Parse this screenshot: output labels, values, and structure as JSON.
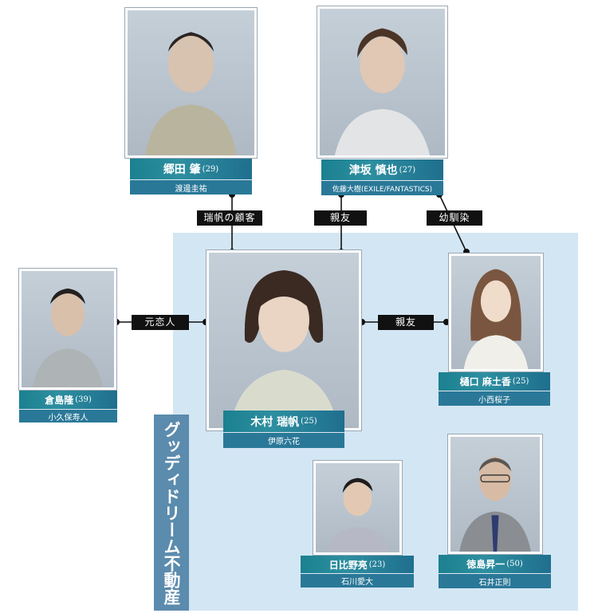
{
  "company": {
    "label": "グッディドリーム不動産"
  },
  "relations": {
    "gota_client": "瑞帆の顧客",
    "tsusaka_friend": "親友",
    "higuchi_childhood": "幼馴染",
    "kurashima_ex": "元恋人",
    "higuchi_friend": "親友"
  },
  "characters": {
    "gota": {
      "name": "郷田 肇",
      "age": "(29)",
      "actor": "渡邊圭祐",
      "icon": "portrait-photo-icon"
    },
    "tsusaka": {
      "name": "津坂 慎也",
      "age": "(27)",
      "actor": "佐藤大樹(EXILE/FANTASTICS)",
      "icon": "portrait-photo-icon"
    },
    "kimura": {
      "name": "木村 瑞帆",
      "age": "(25)",
      "actor": "伊原六花",
      "icon": "portrait-photo-icon"
    },
    "kurashima": {
      "name": "倉島隆",
      "age": "(39)",
      "actor": "小久保寿人",
      "icon": "portrait-photo-icon"
    },
    "higuchi": {
      "name": "樋口 麻土香",
      "age": "(25)",
      "actor": "小西桜子",
      "icon": "portrait-photo-icon"
    },
    "hibino": {
      "name": "日比野亮",
      "age": "(23)",
      "actor": "石川愛大",
      "icon": "portrait-photo-icon"
    },
    "tokushima": {
      "name": "徳島昇一",
      "age": "(50)",
      "actor": "石井正則",
      "icon": "portrait-photo-icon"
    }
  },
  "colors": {
    "nameplate": "#1f7f92",
    "actorplate": "#2a7898",
    "company_bg": "#d3e6f4",
    "company_label": "#5b8bad"
  }
}
